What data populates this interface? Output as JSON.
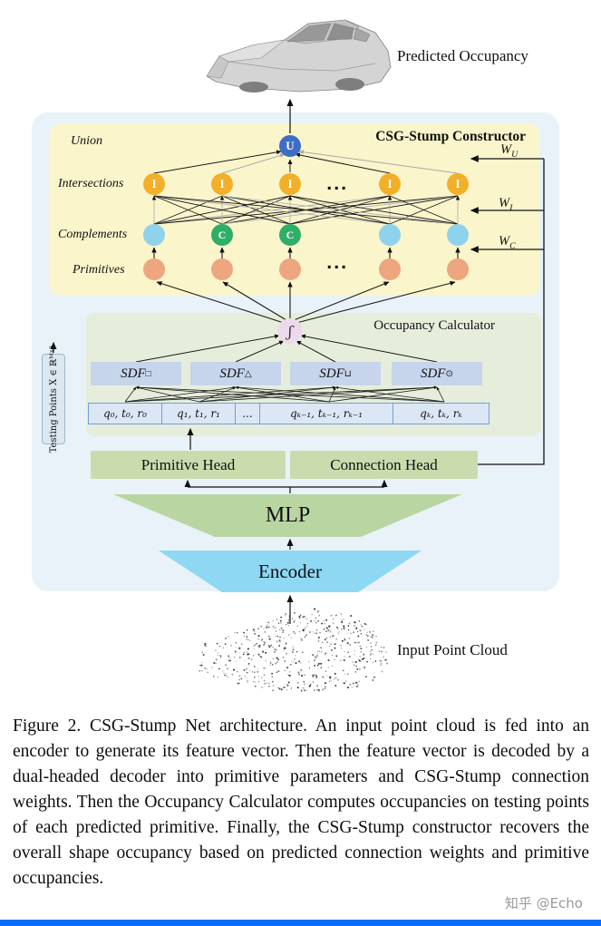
{
  "colors": {
    "panel_bg": "#e9f2f8",
    "constructor_bg": "#fbf5cb",
    "calculator_bg": "#e6eedb",
    "union_node": "#3e6dc5",
    "intersection_node": "#f2b02a",
    "complement_node_green": "#2fae67",
    "complement_node_blue": "#8fd2ec",
    "primitive_node": "#eda67f",
    "sdf_box": "#c6d5ec",
    "param_box": "#dce7f5",
    "head_box": "#cadcae",
    "mlp": "#b9d6a2",
    "encoder": "#8ed8f3",
    "bottom_bar": "#0b6cfb"
  },
  "top": {
    "predicted_occupancy": "Predicted Occupancy"
  },
  "constructor": {
    "title": "CSG-Stump Constructor",
    "union_label": "Union",
    "intersections_label": "Intersections",
    "complements_label": "Complements",
    "primitives_label": "Primitives",
    "union_node": "U",
    "intersection_node": "I",
    "complement_node": "C",
    "ellipsis": "...",
    "w_base": "W",
    "w_u_sub": "U",
    "w_i_sub": "I",
    "w_c_sub": "C"
  },
  "calculator": {
    "title": "Occupancy Calculator",
    "aggregator": "ʃ",
    "sdf_base": "SDF",
    "sdf_subs": [
      "□",
      "△",
      "⊔",
      "⊙"
    ],
    "params": [
      "q₀, t₀, r₀",
      "q₁, t₁, r₁",
      "...",
      "qₖ₋₁, tₖ₋₁, rₖ₋₁",
      "qₖ, tₖ, rₖ"
    ],
    "testing_points": "Testing Points X ∈ ℝᴹˣ³"
  },
  "decoder": {
    "primitive_head": "Primitive Head",
    "connection_head": "Connection Head",
    "mlp": "MLP",
    "encoder": "Encoder"
  },
  "bottom": {
    "input_point_cloud": "Input Point Cloud"
  },
  "caption": "Figure 2. CSG-Stump Net architecture.  An input point cloud is fed into an encoder to generate its feature vector. Then the feature vector is decoded by a dual-headed decoder into primitive parameters and CSG-Stump connection weights.  Then the Occupancy Calculator computes occupancies on testing points of each predicted primitive.  Finally, the CSG-Stump constructor recovers the overall shape occupancy based on predicted connection weights and primitive occupancies.",
  "watermark": "知乎 @Echo"
}
